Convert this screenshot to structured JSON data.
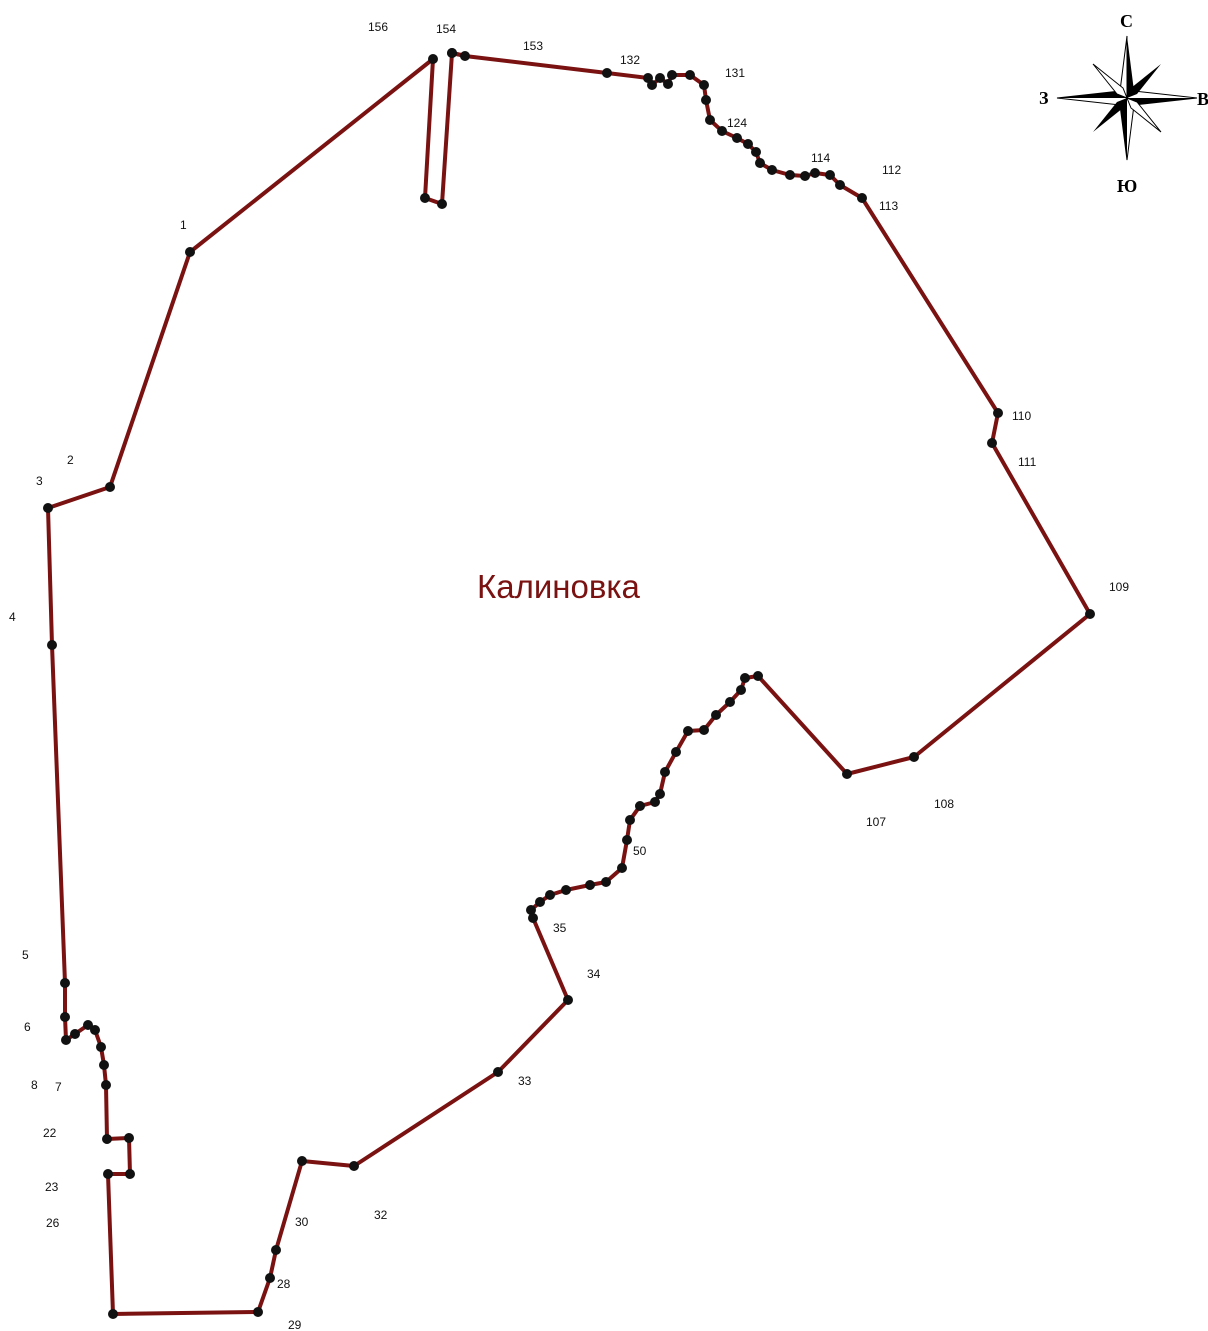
{
  "map": {
    "place_name": "Калиновка",
    "boundary_color": "#7a1212",
    "point_color": "#111111",
    "label_color": "#7a1212"
  },
  "compass": {
    "north": "С",
    "south": "Ю",
    "east": "В",
    "west": "З"
  },
  "point_labels": [
    "156",
    "154",
    "153",
    "132",
    "131",
    "124",
    "114",
    "112",
    "113",
    "1",
    "110",
    "111",
    "2",
    "3",
    "109",
    "4",
    "107",
    "108",
    "50",
    "35",
    "34",
    "5",
    "6",
    "8",
    "7",
    "33",
    "22",
    "23",
    "26",
    "30",
    "32",
    "28",
    "29"
  ]
}
